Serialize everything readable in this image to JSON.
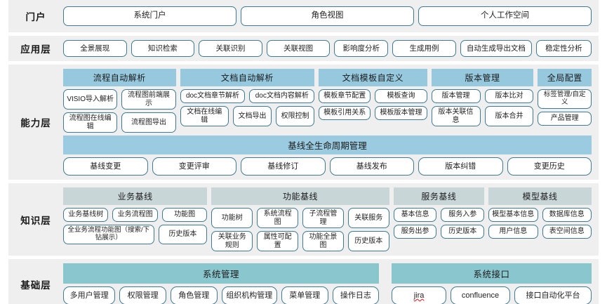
{
  "layers": [
    {
      "label": "门户"
    },
    {
      "label": "应用层"
    },
    {
      "label": "能力层"
    },
    {
      "label": "知识层"
    },
    {
      "label": "基础层"
    }
  ],
  "colors": {
    "band": "#f0efef",
    "pill_border": "#3f7a93",
    "header_blue": "#96c8de",
    "header_gray": "#c9d6d8",
    "header_teal": "#8ac6ce",
    "header_wide_blue": "#9bcbe0"
  },
  "portal": {
    "label": "门户",
    "items": [
      "系统门户",
      "角色视图",
      "个人工作空间"
    ]
  },
  "application": {
    "label": "应用层",
    "items": [
      "全景展现",
      "知识检索",
      "关联识别",
      "关联视图",
      "影响度分析",
      "生成用例",
      "自动生成导出文档",
      "稳定性分析"
    ]
  },
  "capability": {
    "label": "能力层",
    "groups": [
      {
        "title": "流程自动解析",
        "rows": [
          [
            "VISIO导入解析",
            "流程图前端展示"
          ],
          [
            "流程图在线编辑",
            "流程图导出"
          ]
        ]
      },
      {
        "title": "文档自动解析",
        "rows": [
          [
            "doc文档章节解析",
            "doc文档内容解析"
          ],
          [
            "文档在线编辑",
            "文档导出",
            "权限控制"
          ]
        ]
      },
      {
        "title": "文档模板自定义",
        "rows": [
          [
            "模板章节配置",
            "模板查询"
          ],
          [
            "模板引用关系",
            "模板版本管理"
          ]
        ]
      },
      {
        "title": "版本管理",
        "rows": [
          [
            "版本管理",
            "版本比对"
          ],
          [
            "版本关联信息",
            "版本合并"
          ]
        ]
      },
      {
        "title": "全局配置",
        "rows": [
          [
            "标签管理/自定义"
          ],
          [
            "产品管理"
          ]
        ]
      }
    ],
    "lifecycle": {
      "title": "基线全生命周期管理",
      "items": [
        "基线变更",
        "变更评审",
        "基线修订",
        "基线发布",
        "版本纠错",
        "变更历史"
      ]
    }
  },
  "knowledge": {
    "label": "知识层",
    "groups": [
      {
        "title": "业务基线",
        "rows": [
          [
            "业务基线树",
            "业务流程图",
            "功能图"
          ],
          [
            "全业务流程功能图（搜索/下钻展示）",
            "历史版本"
          ]
        ]
      },
      {
        "title": "功能基线",
        "rows": [
          [
            "功能树",
            "系统流程图",
            "子流程管理",
            "关联服务"
          ],
          [
            "关联业务规则",
            "属性可配置",
            "功能全景图",
            "历史版本"
          ]
        ]
      },
      {
        "title": "服务基线",
        "rows": [
          [
            "基本信息",
            "服务入参"
          ],
          [
            "服务出参",
            "历史版本"
          ]
        ]
      },
      {
        "title": "模型基线",
        "rows": [
          [
            "模型基本信息",
            "数据库信息"
          ],
          [
            "用户信息",
            "表空间信息"
          ]
        ]
      }
    ]
  },
  "foundation": {
    "label": "基础层",
    "columns": [
      {
        "title": "系统管理",
        "items": [
          "多用户管理",
          "权限管理",
          "角色管理",
          "组织机构管理",
          "菜单管理",
          "操作日志"
        ]
      },
      {
        "title": "系统接口",
        "items": [
          "jira",
          "confluence",
          "接口自动化平台"
        ]
      }
    ]
  }
}
